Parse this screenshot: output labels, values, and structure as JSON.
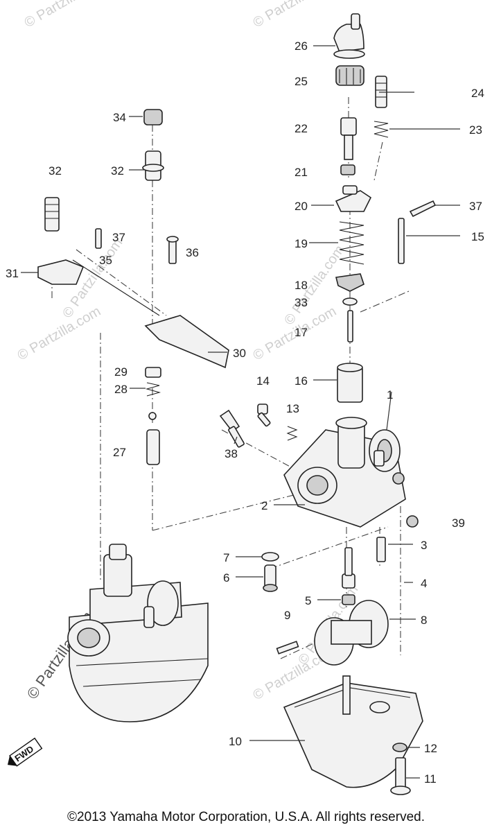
{
  "watermarks": {
    "site": "© Partzilla.com"
  },
  "callouts": {
    "n1": "1",
    "n2": "2",
    "n3": "3",
    "n4": "4",
    "n5": "5",
    "n6": "6",
    "n7": "7",
    "n8": "8",
    "n9": "9",
    "n10": "10",
    "n11": "11",
    "n12": "12",
    "n13": "13",
    "n14": "14",
    "n15": "15",
    "n16": "16",
    "n17": "17",
    "n18": "18",
    "n19": "19",
    "n20": "20",
    "n21": "21",
    "n22": "22",
    "n23": "23",
    "n24": "24",
    "n25": "25",
    "n26": "26",
    "n27": "27",
    "n28": "28",
    "n29": "29",
    "n30": "30",
    "n31": "31",
    "n32a": "32",
    "n32b": "32",
    "n33": "33",
    "n34": "34",
    "n35": "35",
    "n36": "36",
    "n37a": "37",
    "n37b": "37",
    "n38": "38",
    "n39": "39"
  },
  "fwd_badge": "FWD",
  "copyright": "©2013 Yamaha Motor Corporation, U.S.A. All rights reserved."
}
